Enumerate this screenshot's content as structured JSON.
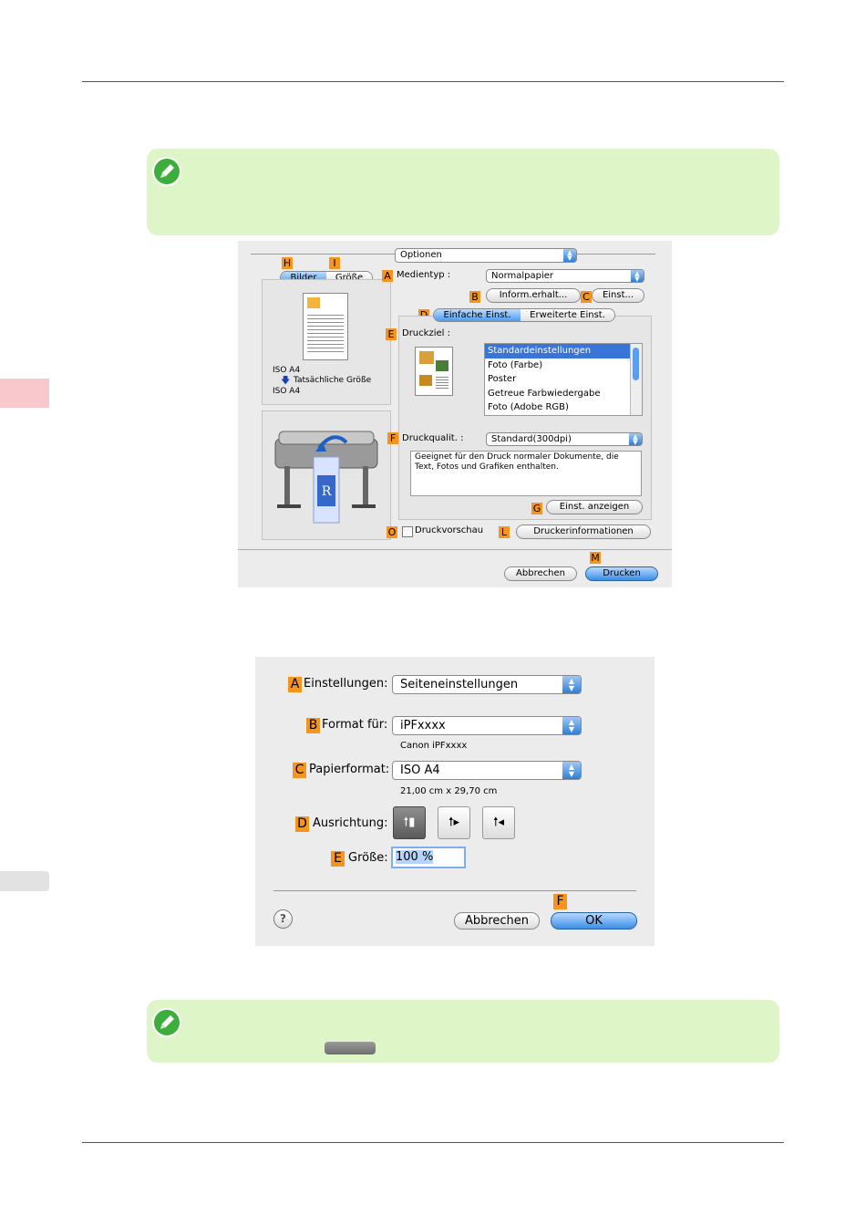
{
  "print_dialog": {
    "options_popup": "Optionen",
    "tabs": [
      "Bilder",
      "Größe"
    ],
    "markers": {
      "H": "H",
      "I": "I",
      "A": "A",
      "B": "B",
      "C": "C",
      "D": "D",
      "E": "E",
      "F": "F",
      "G": "G",
      "O": "O",
      "L": "L",
      "M": "M"
    },
    "preview": {
      "paper": "ISO A4",
      "arrow_text": "Tatsächliche Größe",
      "result": "ISO A4"
    },
    "medientyp_label": "Medientyp :",
    "medientyp_value": "Normalpapier",
    "inform_button": "Inform.erhalt...",
    "einst_button": "Einst...",
    "mode_tabs": [
      "Einfache Einst.",
      "Erweiterte Einst."
    ],
    "druckziel_label": "Druckziel :",
    "druckziel_items": [
      "Standardeinstellungen",
      "Foto (Farbe)",
      "Poster",
      "Getreue Farbwiedergabe",
      "Foto (Adobe RGB)"
    ],
    "druckqualit_label": "Druckqualit. :",
    "druckqualit_value": "Standard(300dpi)",
    "description": "Geeignet für den Druck normaler Dokumente, die Text, Fotos und Grafiken enthalten.",
    "einst_anzeigen_button": "Einst. anzeigen",
    "druckvorschau_label": "Druckvorschau",
    "druckvorschau_checked": false,
    "druckerinfo_button": "Druckerinformationen",
    "cancel_button": "Abbrechen",
    "print_button": "Drucken"
  },
  "page_setup": {
    "markers": {
      "A": "A",
      "B": "B",
      "C": "C",
      "D": "D",
      "E": "E",
      "F": "F"
    },
    "einstellungen_label": "Einstellungen:",
    "einstellungen_value": "Seiteneinstellungen",
    "format_label": "Format für:",
    "format_value": "iPFxxxx",
    "format_sub": "Canon iPFxxxx",
    "papier_label": "Papierformat:",
    "papier_value": "ISO A4",
    "papier_sub": "21,00 cm x 29,70 cm",
    "ausrichtung_label": "Ausrichtung:",
    "groesse_label": "Größe:",
    "groesse_value": "100 %",
    "help": "?",
    "cancel_button": "Abbrechen",
    "ok_button": "OK"
  },
  "colors": {
    "note_bg": "#ddf5c7",
    "marker": "#f7941d",
    "side_tab_active": "#f9c8cc",
    "side_tab_inactive": "#e2e2e2"
  }
}
